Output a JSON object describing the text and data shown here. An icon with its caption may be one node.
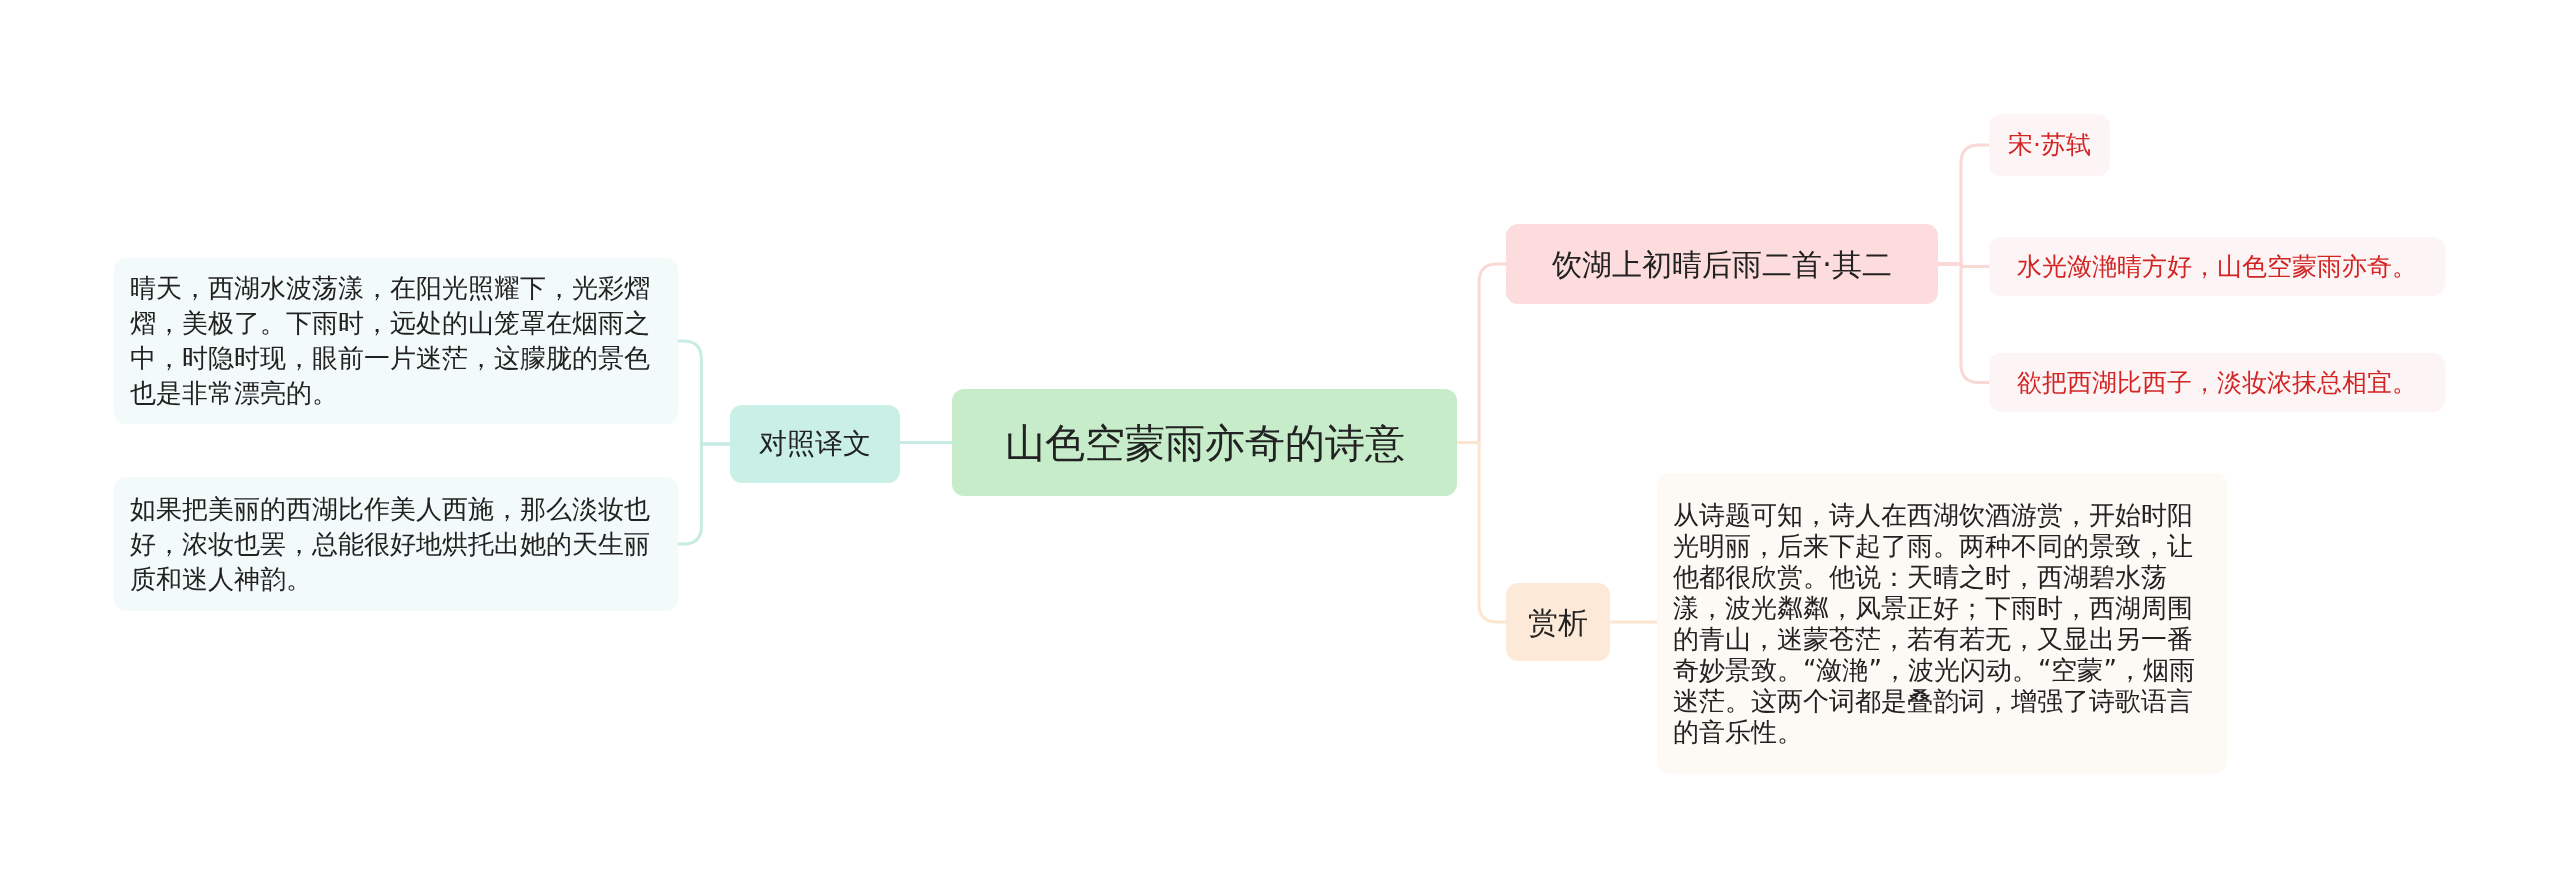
{
  "diagram": {
    "nodes": [
      {
        "text": [
          "山色空蒙雨亦奇的诗意"
        ]
      },
      {
        "text": [
          "对照译文"
        ]
      },
      {
        "text": [
          "晴天，西湖水波荡漾，在阳光照耀下，光彩熠熠，美极了。下雨时，远处的山笼罩在烟雨之中，时隐时现，眼前一片迷茫，这朦胧的景色也是非常漂亮的。"
        ]
      },
      {
        "text": [
          "如果把美丽的西湖比作美人西施，那么淡妆也好，浓妆也罢，总能很好地烘托出她的天生丽质和迷人神韵。"
        ]
      },
      {
        "text": [
          "饮湖上初晴后雨二首·其二"
        ]
      },
      {
        "text": [
          "宋·苏轼"
        ]
      },
      {
        "text": [
          "水光潋滟晴方好，山色空蒙雨亦奇。"
        ]
      },
      {
        "text": [
          "欲把西湖比西子，淡妆浓抹总相宜。"
        ]
      },
      {
        "text": [
          "赏析"
        ]
      },
      {
        "text": [
          "从诗题可知，诗人在西湖饮酒游赏，开始时阳光明丽，后来下起了雨。两种不同的景致，让他都很欣赏。他说：天晴之时，西湖碧水荡漾，波光粼粼，风景正好；下雨时，西湖周围的青山，迷蒙苍茫，若有若无，又显出另一番奇妙景致。“潋滟”，波光闪动。“空蒙”，烟雨迷茫。这两个词都是叠韵词，增强了诗歌语言的音乐性。"
        ]
      }
    ],
    "edges": [
      {
        "from": 0,
        "to": 1,
        "arrow": "none",
        "color": "#c6ece3"
      },
      {
        "from": 1,
        "to": 2,
        "arrow": "none",
        "color": "#c6ece3"
      },
      {
        "from": 1,
        "to": 3,
        "arrow": "none",
        "color": "#c6ece3"
      },
      {
        "from": 0,
        "to": 4,
        "arrow": "none"
      },
      {
        "from": 4,
        "to": 5,
        "arrow": "none"
      },
      {
        "from": 4,
        "to": 6,
        "arrow": "none"
      },
      {
        "from": 4,
        "to": 7,
        "arrow": "none"
      },
      {
        "from": 0,
        "to": 8,
        "arrow": "none",
        "color": "#fde6cf"
      },
      {
        "from": 8,
        "to": 9,
        "arrow": "none",
        "color": "#fde6cf"
      }
    ]
  }
}
